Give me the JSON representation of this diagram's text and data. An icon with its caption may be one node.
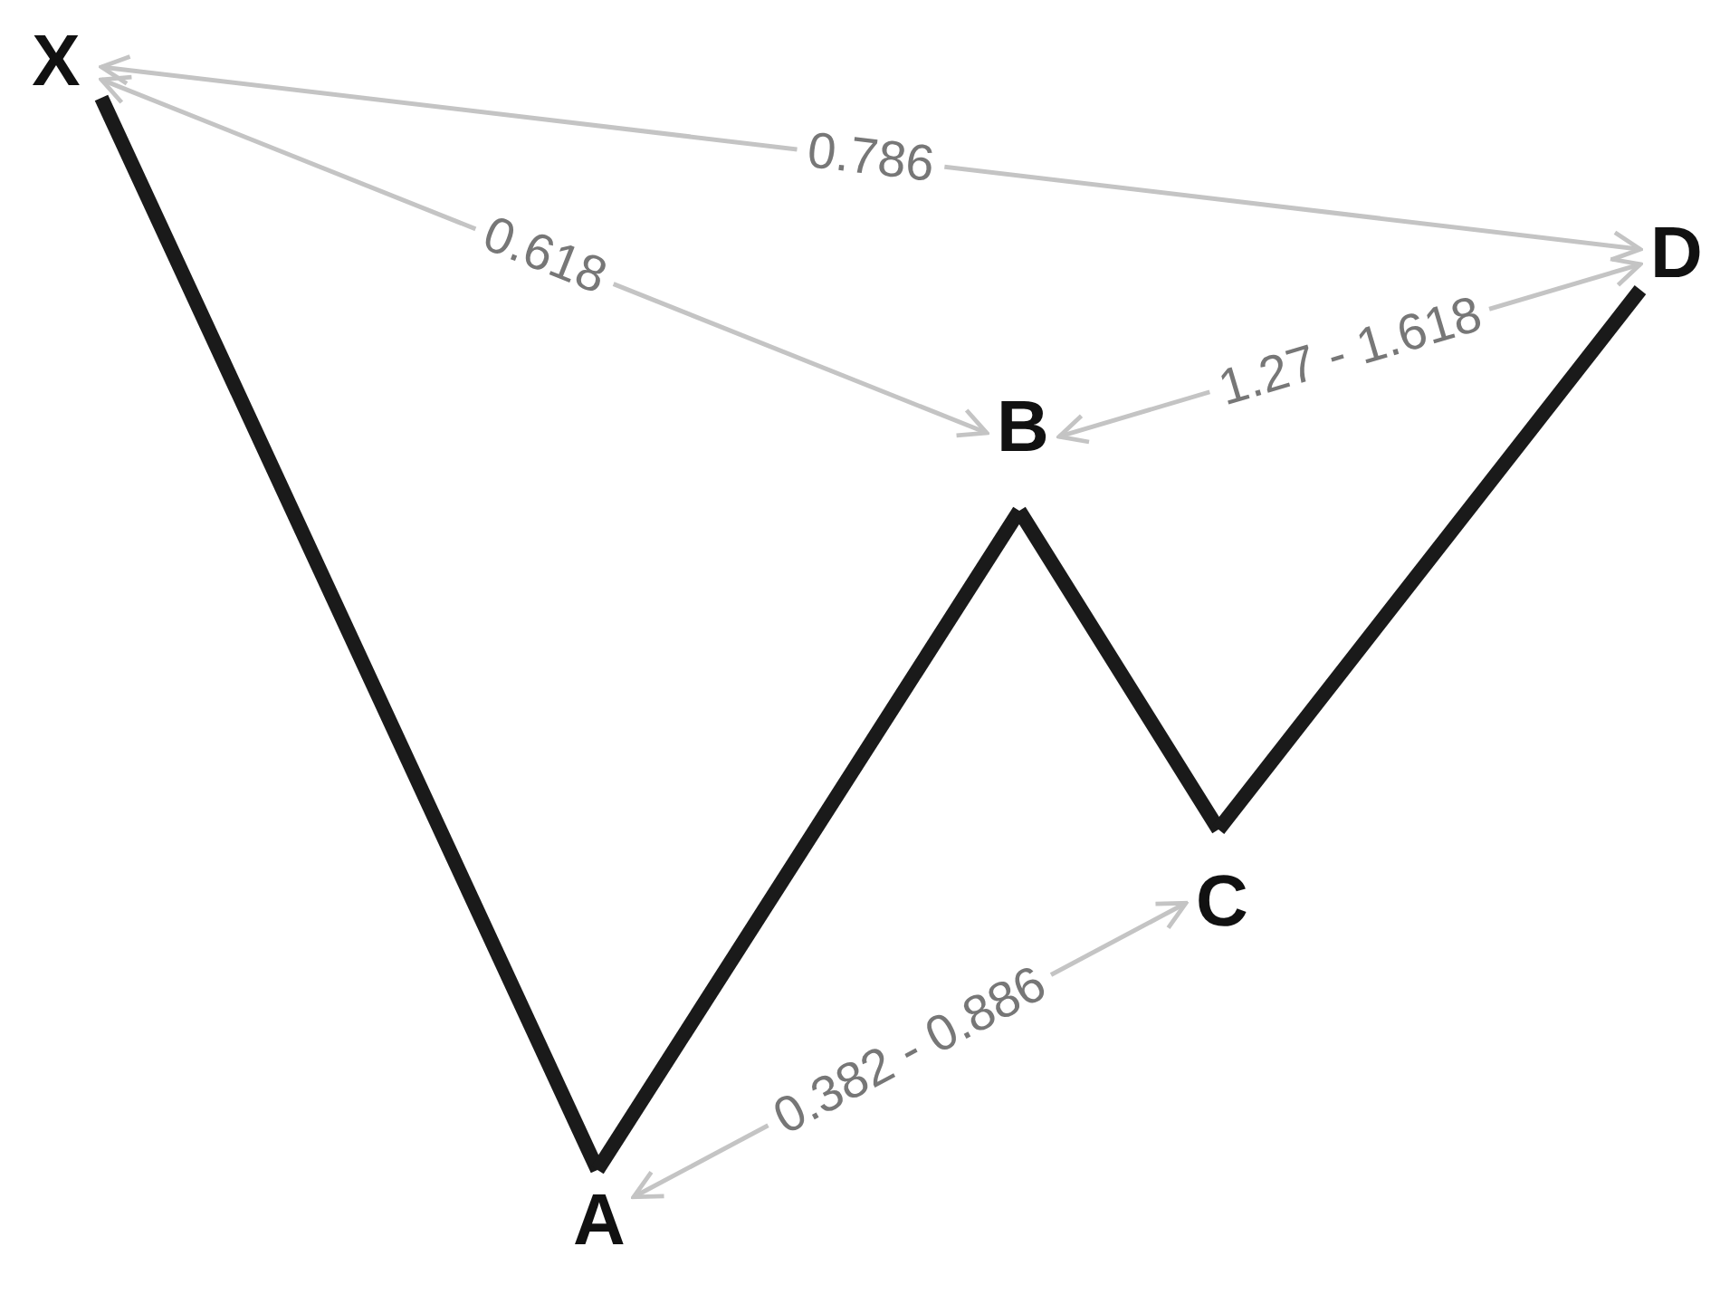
{
  "diagram": {
    "nodes": [
      {
        "text": [
          "X"
        ]
      },
      {
        "text": [
          "A"
        ]
      },
      {
        "text": [
          "B"
        ]
      },
      {
        "text": [
          "C"
        ]
      },
      {
        "text": [
          "D"
        ]
      }
    ],
    "edges": [
      {
        "from": 0,
        "to": 1,
        "arrow": "none",
        "style": "thick"
      },
      {
        "from": 1,
        "to": 2,
        "arrow": "none",
        "style": "thick"
      },
      {
        "from": 2,
        "to": 3,
        "arrow": "none",
        "style": "thick"
      },
      {
        "from": 3,
        "to": 4,
        "arrow": "none",
        "style": "thick"
      },
      {
        "from": 0,
        "to": 4,
        "arrow": "both",
        "label": "0.786",
        "color": "#c4c4c4"
      },
      {
        "from": 0,
        "to": 2,
        "arrow": "both",
        "label": "0.618",
        "color": "#c4c4c4"
      },
      {
        "from": 2,
        "to": 4,
        "arrow": "both",
        "label": "1.27 - 1.618",
        "color": "#c4c4c4"
      },
      {
        "from": 1,
        "to": 3,
        "arrow": "both",
        "label": "0.382 - 0.886",
        "color": "#c4c4c4"
      }
    ]
  }
}
